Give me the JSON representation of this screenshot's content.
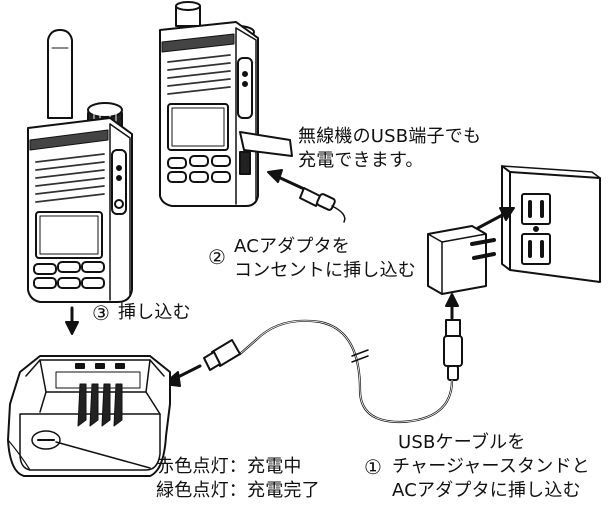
{
  "labels": {
    "usb_port_note_line1": "無線機のUSB端子でも",
    "usb_port_note_line2": "充電できます。",
    "step2_num": "②",
    "step2_line1": "ACアダプタを",
    "step2_line2": "コンセントに挿し込む",
    "step3_num": "③",
    "step3_text": "挿し込む",
    "step1_num": "①",
    "step1_line1": "USBケーブルを",
    "step1_line2": "チャージャースタンドと",
    "step1_line3": "ACアダプタに挿し込む",
    "led_red": "赤色点灯：充電中",
    "led_green": "緑色点灯：充電完了"
  }
}
